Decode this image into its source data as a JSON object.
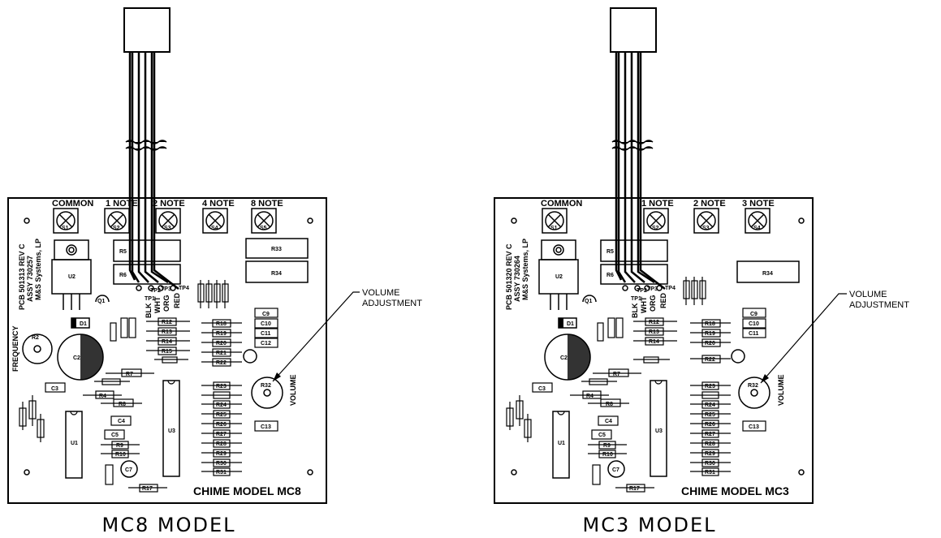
{
  "boards": [
    {
      "caption": "MC8 MODEL",
      "chime_label": "CHIME MODEL MC8",
      "terminals": [
        "COMMON",
        "1 NOTE",
        "2 NOTE",
        "4 NOTE",
        "8 NOTE"
      ],
      "terminal_ids": [
        "S1",
        "S2",
        "S3",
        "S4",
        "S5"
      ],
      "pcb_lines": [
        "PCB 501313 REV C",
        "ASSY 730257",
        "M&S Systems, LP"
      ],
      "frequency_label": "FREQUENCY",
      "volume_label": "VOLUME",
      "wire_colors": [
        "BLK",
        "WHT",
        "ORG",
        "RED"
      ],
      "callout": [
        "VOLUME",
        "ADJUSTMENT"
      ]
    },
    {
      "caption": "MC3 MODEL",
      "chime_label": "CHIME MODEL MC3",
      "terminals": [
        "COMMON",
        "1 NOTE",
        "2 NOTE",
        "3 NOTE"
      ],
      "terminal_ids": [
        "S1",
        "S2",
        "S3",
        "S4"
      ],
      "pcb_lines": [
        "PCB 501320 REV C",
        "ASSY 730264",
        "M&S Systems, LP"
      ],
      "volume_label": "VOLUME",
      "wire_colors": [
        "BLK",
        "WHT",
        "ORG",
        "RED"
      ],
      "callout": [
        "VOLUME",
        "ADJUSTMENT"
      ]
    }
  ]
}
